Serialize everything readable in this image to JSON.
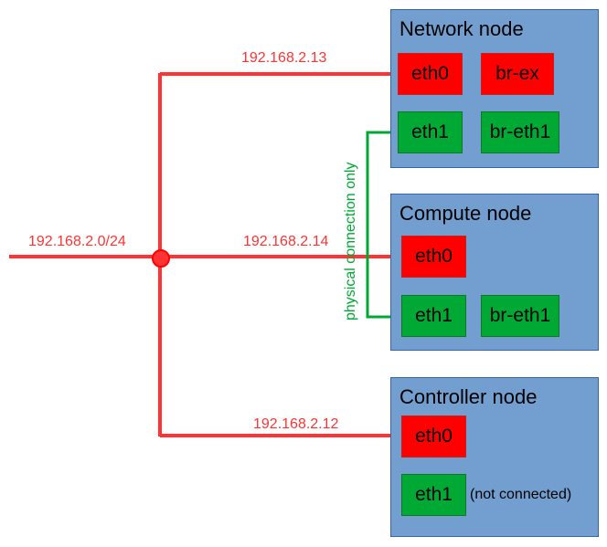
{
  "colors": {
    "red_line": "#ff3333",
    "green_line": "#00a933",
    "node_fill": "#729fcf",
    "red_box": "#ff0000",
    "green_box": "#00a933",
    "ip_text": "#ff3333",
    "green_text": "#00a933"
  },
  "network_label": "192.168.2.0/24",
  "physical_label": "physical connection only",
  "nodes": {
    "network": {
      "title": "Network node",
      "eth0": "eth0",
      "br_ex": "br-ex",
      "eth1": "eth1",
      "br_eth1": "br-eth1",
      "ip": "192.168.2.13"
    },
    "compute": {
      "title": "Compute node",
      "eth0": "eth0",
      "eth1": "eth1",
      "br_eth1": "br-eth1",
      "ip": "192.168.2.14"
    },
    "controller": {
      "title": "Controller node",
      "eth0": "eth0",
      "eth1": "eth1",
      "eth1_note": "(not connected)",
      "ip": "192.168.2.12"
    }
  }
}
